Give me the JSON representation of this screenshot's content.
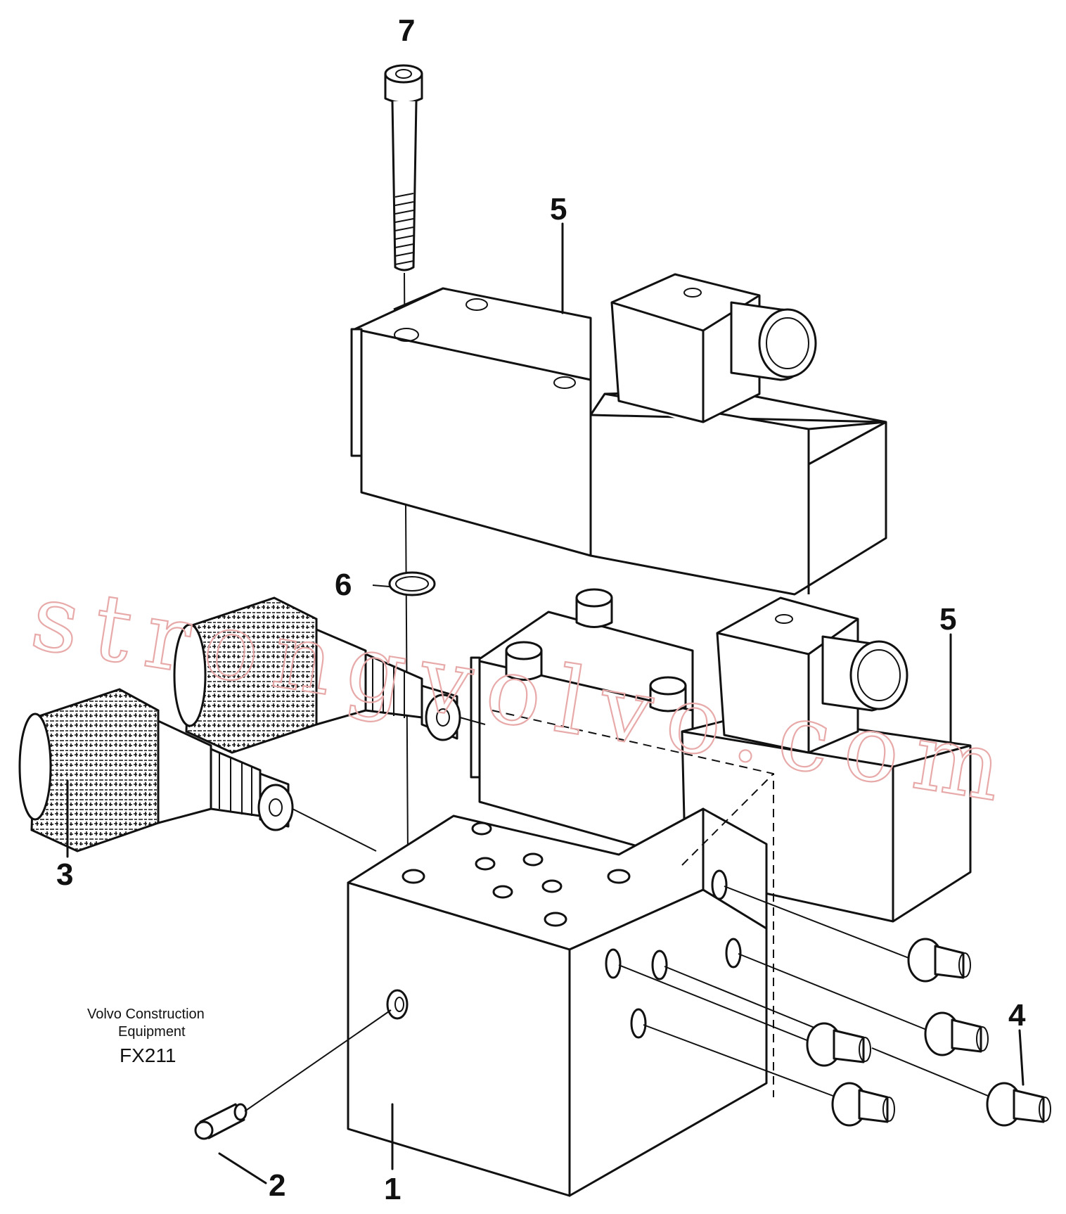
{
  "figure": {
    "callouts": {
      "c1": "1",
      "c2": "2",
      "c3": "3",
      "c4": "4",
      "c5a": "5",
      "c5b": "5",
      "c6": "6",
      "c7": "7"
    },
    "caption": {
      "line1": "Volvo Construction",
      "line2": "Equipment",
      "code": "FX211"
    },
    "watermark": "strongvolvo.com"
  }
}
